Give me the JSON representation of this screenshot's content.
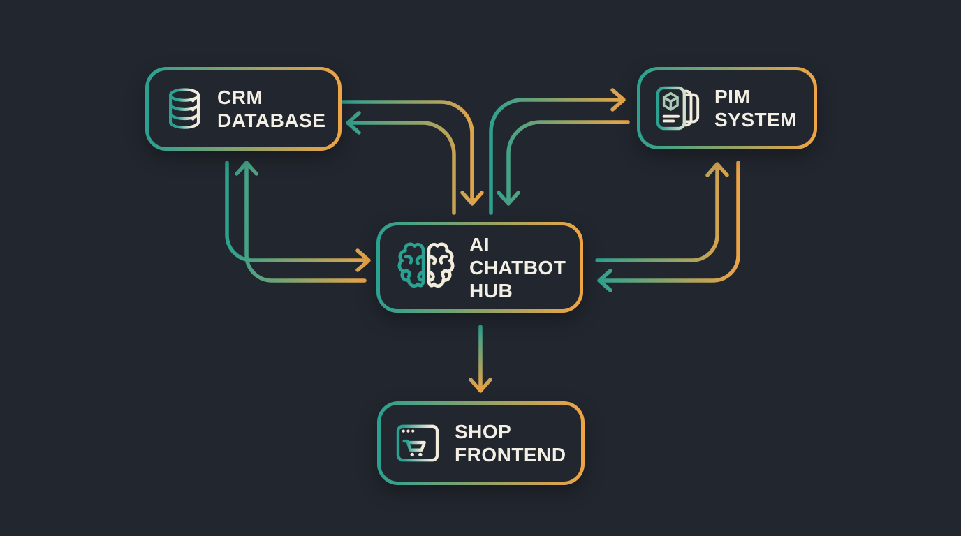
{
  "diagram": {
    "background_color": "#22262e",
    "node_fill_color": "#22262e",
    "teal_accent": "#2aa191",
    "orange_accent": "#f0a444",
    "cream_accent": "#f1ecdc",
    "label_color": "#f3efe4",
    "nodes": {
      "crm": {
        "label_line1": "CRM",
        "label_line2": "DATABASE",
        "icon": "database-icon"
      },
      "pim": {
        "label_line1": "PIM",
        "label_line2": "SYSTEM",
        "icon": "product-catalog-icon"
      },
      "hub": {
        "label_line1": "AI",
        "label_line2": "CHATBOT",
        "label_line3": "HUB",
        "icon": "brain-icon"
      },
      "shop": {
        "label_line1": "SHOP",
        "label_line2": "FRONTEND",
        "icon": "shop-browser-cart-icon"
      }
    },
    "edges": [
      {
        "from": "crm-database",
        "to": "ai-chatbot-hub",
        "route": "top-curve"
      },
      {
        "from": "ai-chatbot-hub",
        "to": "crm-database",
        "route": "top-curve"
      },
      {
        "from": "ai-chatbot-hub",
        "to": "pim-system",
        "route": "top-curve"
      },
      {
        "from": "pim-system",
        "to": "ai-chatbot-hub",
        "route": "top-curve"
      },
      {
        "from": "crm-database",
        "to": "ai-chatbot-hub",
        "route": "side-curve"
      },
      {
        "from": "ai-chatbot-hub",
        "to": "crm-database",
        "route": "side-curve"
      },
      {
        "from": "ai-chatbot-hub",
        "to": "pim-system",
        "route": "side-curve"
      },
      {
        "from": "pim-system",
        "to": "ai-chatbot-hub",
        "route": "side-curve"
      },
      {
        "from": "ai-chatbot-hub",
        "to": "shop-frontend",
        "route": "straight-down"
      }
    ]
  }
}
